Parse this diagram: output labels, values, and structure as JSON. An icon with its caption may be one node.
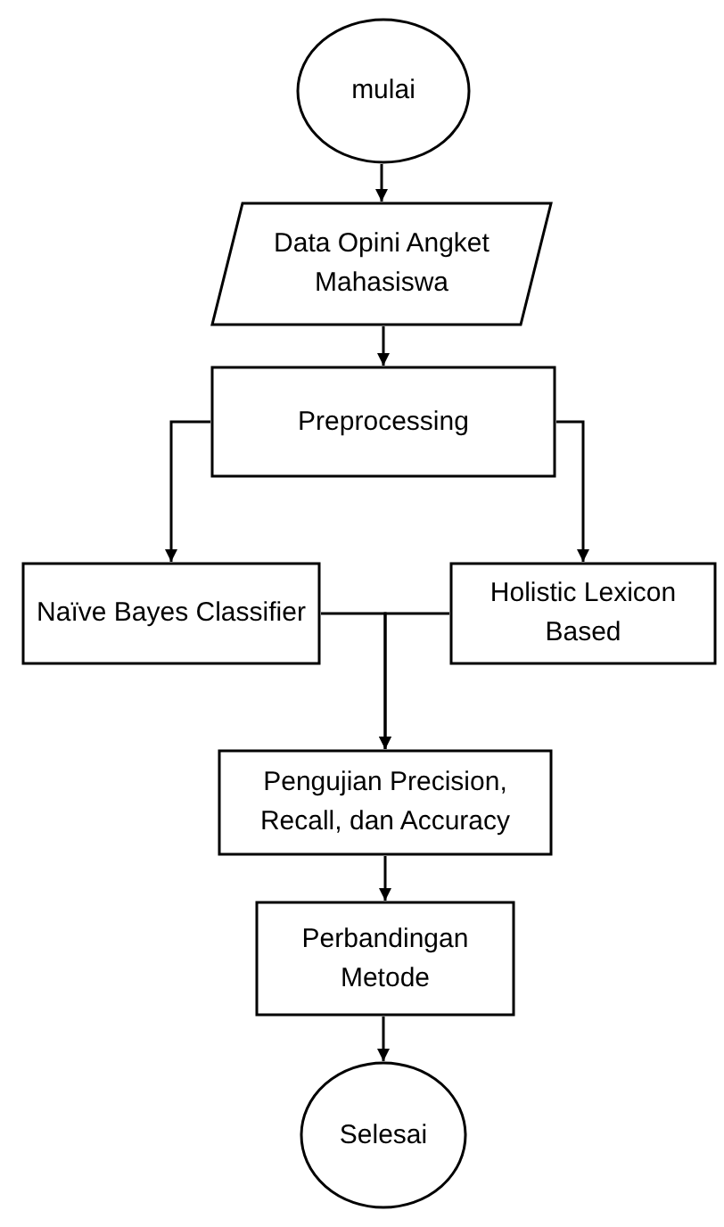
{
  "diagram": {
    "nodes": [
      {
        "text": [
          "mulai"
        ]
      },
      {
        "text": [
          "Data Opini Angket Mahasiswa"
        ]
      },
      {
        "text": [
          "Preprocessing"
        ]
      },
      {
        "text": [
          "Naïve Bayes Classifier"
        ]
      },
      {
        "text": [
          "Holistic Lexicon Based"
        ]
      },
      {
        "text": [
          "Pengujian Precision, Recall, dan Accuracy"
        ]
      },
      {
        "text": [
          "Perbandingan Metode"
        ]
      },
      {
        "text": [
          "Selesai"
        ]
      }
    ],
    "edges": [
      {
        "from": 0,
        "to": 1,
        "arrow": "to"
      },
      {
        "from": 1,
        "to": 2,
        "arrow": "to"
      },
      {
        "from": 2,
        "to": 3,
        "arrow": "to"
      },
      {
        "from": 2,
        "to": 4,
        "arrow": "to"
      },
      {
        "from": 3,
        "to": 5,
        "arrow": "to"
      },
      {
        "from": 4,
        "to": 5,
        "arrow": "to"
      },
      {
        "from": 5,
        "to": 6,
        "arrow": "to"
      },
      {
        "from": 6,
        "to": 7,
        "arrow": "to"
      }
    ]
  }
}
